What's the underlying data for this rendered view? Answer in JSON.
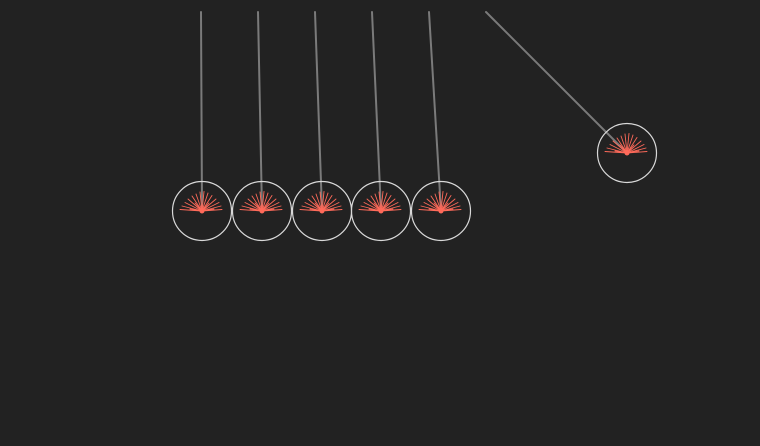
{
  "scene": {
    "background_color": "#222222",
    "string_color": "#7a7a7a",
    "ball_outline_color": "#d9d9d9",
    "burst_color": "#ff6a5a",
    "pivot_color": "#ff6a5a"
  },
  "pendulums": [
    {
      "state": "at-rest"
    },
    {
      "state": "at-rest"
    },
    {
      "state": "at-rest"
    },
    {
      "state": "at-rest"
    },
    {
      "state": "at-rest"
    },
    {
      "state": "swung-out"
    }
  ]
}
